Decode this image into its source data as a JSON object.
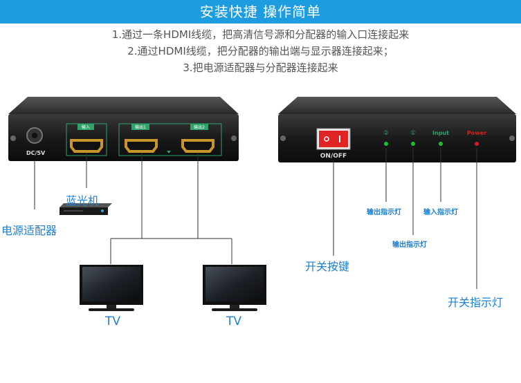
{
  "banner": {
    "title": "安装快捷 操作简单"
  },
  "steps": [
    "1.通过一条HDMI线缆，把高清信号源和分配器的输入口连接起来",
    "2.通过HDMI线缆，把分配器的输出端与显示器连接起来；",
    "3.把电源适配器与分配器连接起来"
  ],
  "rear_device": {
    "dc_label": "DC/5V",
    "input_label": "输入",
    "output1_label": "输出1",
    "output2_label": "输出2"
  },
  "front_device": {
    "switch_label": "ON/OFF",
    "led_labels": [
      "②",
      "①",
      "Input",
      "Power"
    ]
  },
  "labels": {
    "bluray": "蓝光机",
    "power_adapter": "电源适配器",
    "tv1": "TV",
    "tv2": "TV",
    "switch_button": "开关按键",
    "output_led_2": "输出指示灯",
    "input_led": "输入指示灯",
    "output_led_1": "输出指示灯",
    "power_led": "开关指示灯"
  },
  "colors": {
    "banner": "#1d9de0",
    "label": "#1d7fd0",
    "device_body": "#1a1a1a",
    "port_frame": "#2fa36b",
    "led_green": "#1fbf3a",
    "led_red": "#d81f1f",
    "switch_red": "#e02424"
  },
  "icons": [
    "hdmi-port-icon",
    "dc-jack-icon",
    "bluray-player-icon",
    "tv-icon",
    "power-switch-icon",
    "led-icon"
  ]
}
